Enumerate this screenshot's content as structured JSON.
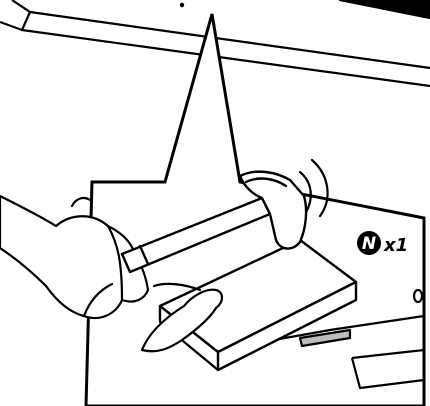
{
  "callout": {
    "part_letter": "N",
    "quantity": "x1"
  },
  "colors": {
    "line": "#000000",
    "background": "#ffffff",
    "slot_fill": "#bdbdbd"
  },
  "icons": {
    "part_badge": "part-n-badge",
    "hammer": "hammer-icon",
    "impact_marks": "impact-arcs-icon"
  }
}
